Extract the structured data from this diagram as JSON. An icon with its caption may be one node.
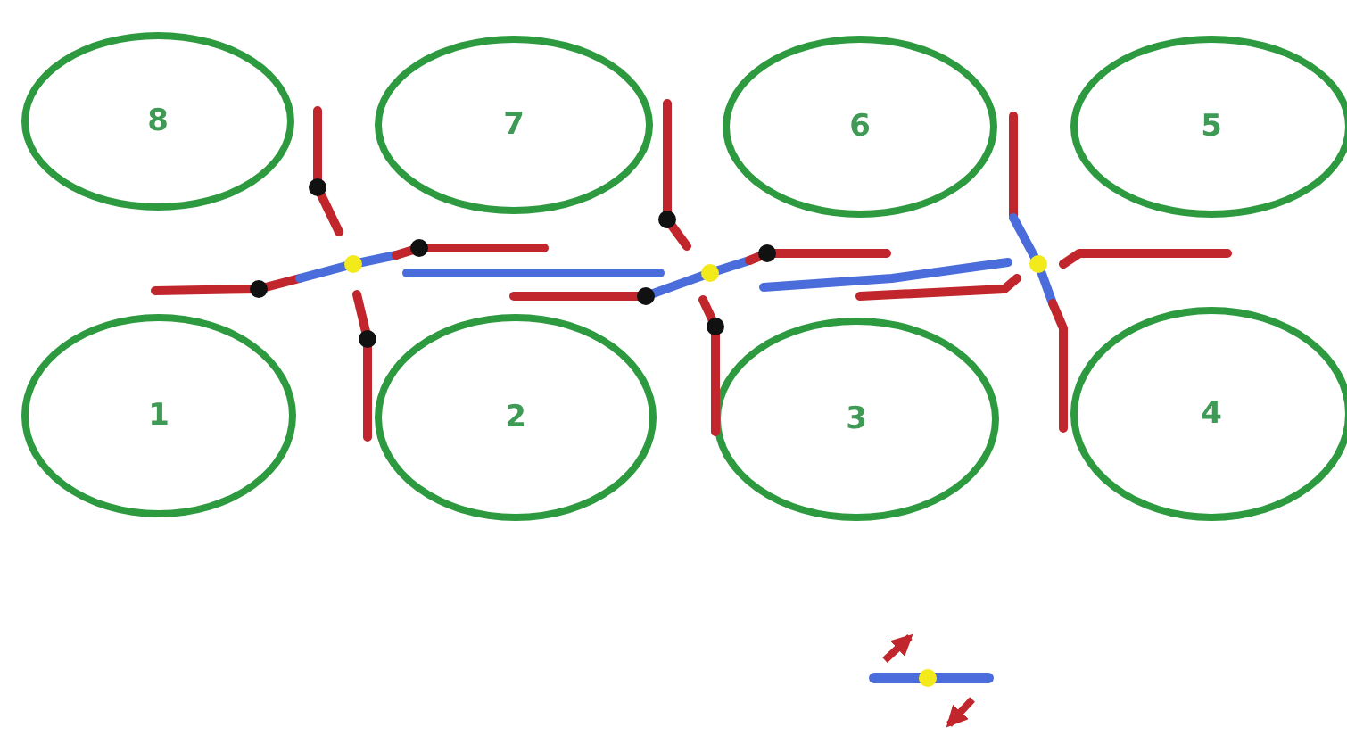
{
  "diagram": {
    "nodes": [
      {
        "text": [
          "8"
        ]
      },
      {
        "text": [
          "7"
        ]
      },
      {
        "text": [
          "6"
        ]
      },
      {
        "text": [
          "5"
        ]
      },
      {
        "text": [
          "1"
        ]
      },
      {
        "text": [
          "2"
        ]
      },
      {
        "text": [
          "3"
        ]
      },
      {
        "text": [
          "4"
        ]
      }
    ]
  }
}
